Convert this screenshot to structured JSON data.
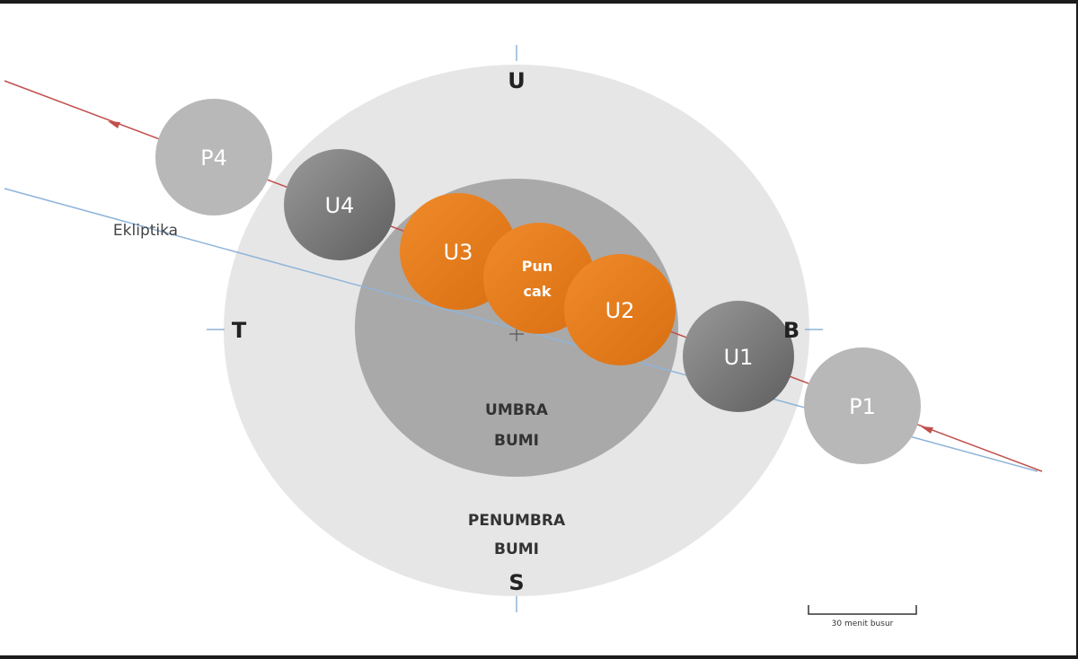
{
  "directions": {
    "north": "U",
    "south": "S",
    "east": "T",
    "west": "B"
  },
  "ecliptic_label": "Ekliptika",
  "umbra_label": [
    "UMBRA",
    "BUMI"
  ],
  "penumbra_label": [
    "PENUMBRA",
    "BUMI"
  ],
  "phases": [
    {
      "id": "p4",
      "label": "P4",
      "color": "#b8b8b8"
    },
    {
      "id": "u4",
      "label": "U4",
      "color": "#7a7a7a"
    },
    {
      "id": "u3",
      "label": "U3",
      "color": "#e8801f"
    },
    {
      "id": "puncak",
      "label": "Pun\ncak",
      "lines": [
        "Pun",
        "cak"
      ],
      "color": "#e8801f"
    },
    {
      "id": "u2",
      "label": "U2",
      "color": "#e8801f"
    },
    {
      "id": "u1",
      "label": "U1",
      "color": "#7a7a7a"
    },
    {
      "id": "p1",
      "label": "P1",
      "color": "#b8b8b8"
    }
  ],
  "scale_label": "30 menit busur",
  "colors": {
    "penumbra": "#e6e6e6",
    "umbra": "#a9a9a9",
    "moon_path": "#c0504d",
    "ecliptic": "#8fb4d9"
  }
}
